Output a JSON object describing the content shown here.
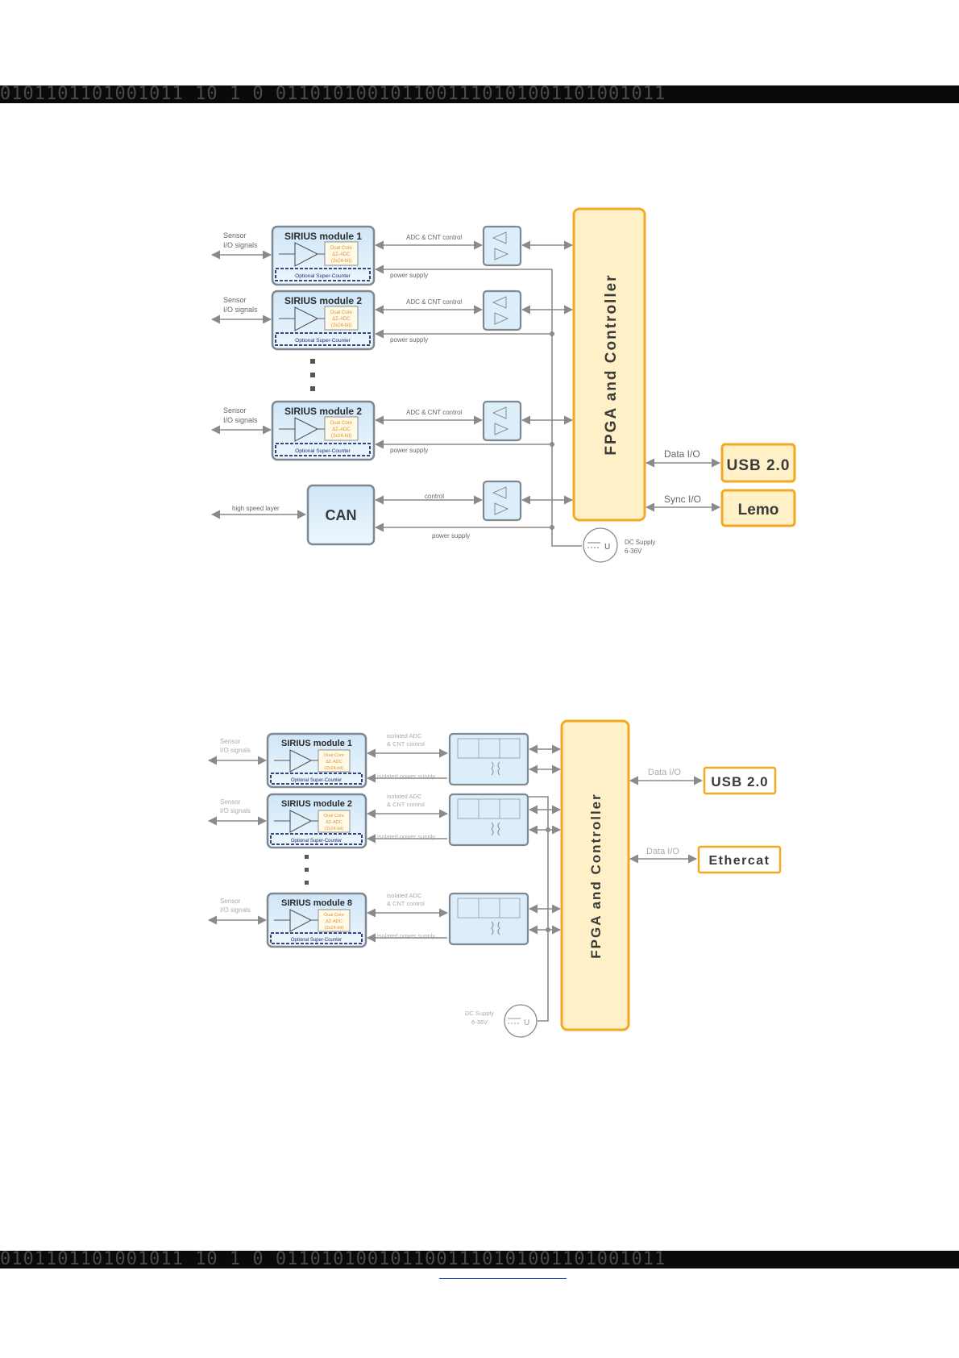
{
  "header_band": {
    "pattern": "0101101101001011 10 1 0 0110101001011001110101001101001011"
  },
  "footer_band": {
    "pattern": "0101101101001011 10 1 0 0110101001011001110101001101001011"
  },
  "diagram1": {
    "modules": [
      {
        "title": "SIRIUS module 1",
        "sensor_line1": "Sensor",
        "sensor_line2": "I/O signals",
        "adc_line1": "Dual Core",
        "adc_line2": "ΔΣ-ADC",
        "adc_line3": "(2x24-bit)",
        "counter": "Optional Super-Counter",
        "control": "ADC & CNT control",
        "power": "power supply"
      },
      {
        "title": "SIRIUS module 2",
        "sensor_line1": "Sensor",
        "sensor_line2": "I/O signals",
        "adc_line1": "Dual Core",
        "adc_line2": "ΔΣ-ADC",
        "adc_line3": "(2x24-bit)",
        "counter": "Optional Super-Counter",
        "control": "ADC & CNT control",
        "power": "power supply"
      },
      {
        "title": "SIRIUS module 2",
        "sensor_line1": "Sensor",
        "sensor_line2": "I/O signals",
        "adc_line1": "Dual Core",
        "adc_line2": "ΔΣ-ADC",
        "adc_line3": "(2x24-bit)",
        "counter": "Optional Super-Counter",
        "control": "ADC & CNT control",
        "power": "power supply"
      }
    ],
    "can": {
      "title": "CAN",
      "input": "high speed layer",
      "control": "control",
      "power": "power supply"
    },
    "fpga": "FPGA and Controller",
    "outputs": [
      {
        "label": "Data I/O",
        "box": "USB 2.0"
      },
      {
        "label": "Sync I/O",
        "box": "Lemo"
      }
    ],
    "dc": {
      "symbol": "U",
      "line1": "DC Supply",
      "line2": "6-36V"
    }
  },
  "diagram2": {
    "modules": [
      {
        "title": "SIRIUS module 1",
        "sensor_line1": "Sensor",
        "sensor_line2": "I/O signals",
        "adc_line1": "Dual Core",
        "adc_line2": "ΔΣ-ADC",
        "adc_line3": "(2x24-bit)",
        "counter": "Optional Super-Counter",
        "control1": "isolated ADC",
        "control2": "& CNT control",
        "power": "isolated power supply"
      },
      {
        "title": "SIRIUS module 2",
        "sensor_line1": "Sensor",
        "sensor_line2": "I/O signals",
        "adc_line1": "Dual Core",
        "adc_line2": "ΔΣ-ADC",
        "adc_line3": "(2x24-bit)",
        "counter": "Optional Super-Counter",
        "control1": "isolated ADC",
        "control2": "& CNT control",
        "power": "isolated power supply"
      },
      {
        "title": "SIRIUS module 8",
        "sensor_line1": "Sensor",
        "sensor_line2": "I/O signals",
        "adc_line1": "Dual Core",
        "adc_line2": "ΔΣ-ADC",
        "adc_line3": "(2x24-bit)",
        "counter": "Optional Super-Counter",
        "control1": "isolated ADC",
        "control2": "& CNT control",
        "power": "isolated power supply"
      }
    ],
    "fpga": "FPGA and Controller",
    "outputs": [
      {
        "label": "Data I/O",
        "box": "USB 2.0"
      },
      {
        "label": "Data I/O",
        "box": "Ethercat"
      }
    ],
    "dc": {
      "symbol": "U",
      "line1": "DC Supply",
      "line2": "6-36V"
    }
  },
  "colors": {
    "module_fill": "#dceefa",
    "module_stroke": "#7f8790",
    "counter_border": "#1d2d6e",
    "fpga_fill": "#fff0c8",
    "fpga_stroke": "#f2a91f",
    "adc_text": "#e8922a",
    "line": "#8a8a8a"
  }
}
